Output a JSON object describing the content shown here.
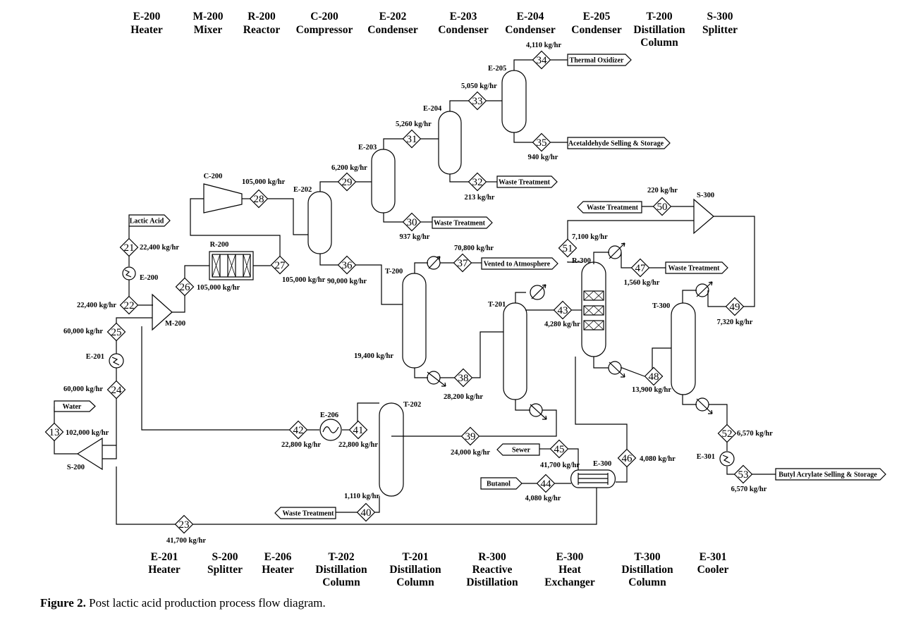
{
  "top_legend": [
    {
      "id": "E-200",
      "name": "Heater"
    },
    {
      "id": "M-200",
      "name": "Mixer"
    },
    {
      "id": "R-200",
      "name": "Reactor"
    },
    {
      "id": "C-200",
      "name": "Compressor"
    },
    {
      "id": "E-202",
      "name": "Condenser"
    },
    {
      "id": "E-203",
      "name": "Condenser"
    },
    {
      "id": "E-204",
      "name": "Condenser"
    },
    {
      "id": "E-205",
      "name": "Condenser"
    },
    {
      "id": "T-200",
      "name": "Distillation Column"
    },
    {
      "id": "S-300",
      "name": "Splitter"
    }
  ],
  "bottom_legend": [
    {
      "id": "E-201",
      "name": "Heater"
    },
    {
      "id": "S-200",
      "name": "Splitter"
    },
    {
      "id": "E-206",
      "name": "Heater"
    },
    {
      "id": "T-202",
      "name": "Distillation Column"
    },
    {
      "id": "T-201",
      "name": "Distillation Column"
    },
    {
      "id": "R-300",
      "name": "Reactive Distillation"
    },
    {
      "id": "E-300",
      "name": "Heat Exchanger"
    },
    {
      "id": "T-300",
      "name": "Distillation Column"
    },
    {
      "id": "E-301",
      "name": "Cooler"
    }
  ],
  "streams": [
    {
      "id": "13",
      "flow": "102,000 kg/hr"
    },
    {
      "id": "21",
      "flow": "22,400 kg/hr"
    },
    {
      "id": "22",
      "flow": "22,400 kg/hr"
    },
    {
      "id": "23",
      "flow": "41,700 kg/hr"
    },
    {
      "id": "24",
      "flow": "60,000 kg/hr"
    },
    {
      "id": "25",
      "flow": "60,000 kg/hr"
    },
    {
      "id": "26",
      "flow": "105,000 kg/hr"
    },
    {
      "id": "27",
      "flow": "105,000 kg/hr"
    },
    {
      "id": "28",
      "flow": "105,000 kg/hr"
    },
    {
      "id": "29",
      "flow": "6,200 kg/hr"
    },
    {
      "id": "30",
      "flow": "937 kg/hr"
    },
    {
      "id": "31",
      "flow": "5,260 kg/hr"
    },
    {
      "id": "32",
      "flow": "213 kg/hr"
    },
    {
      "id": "33",
      "flow": "5,050 kg/hr"
    },
    {
      "id": "34",
      "flow": "4,110 kg/hr"
    },
    {
      "id": "35",
      "flow": "940 kg/hr"
    },
    {
      "id": "36",
      "flow": "90,000 kg/hr"
    },
    {
      "id": "37",
      "flow": "70,800 kg/hr"
    },
    {
      "id": "38",
      "flow": "28,200 kg/hr"
    },
    {
      "id": "39",
      "flow": "24,000 kg/hr"
    },
    {
      "id": "40",
      "flow": "1,110 kg/hr"
    },
    {
      "id": "41",
      "flow": "22,800 kg/hr"
    },
    {
      "id": "42",
      "flow": "22,800 kg/hr"
    },
    {
      "id": "43",
      "flow": "4,280 kg/hr"
    },
    {
      "id": "44",
      "flow": "4,080 kg/hr"
    },
    {
      "id": "45",
      "flow": "41,700 kg/hr"
    },
    {
      "id": "46",
      "flow": "4,080 kg/hr"
    },
    {
      "id": "47",
      "flow": "1,560 kg/hr"
    },
    {
      "id": "48",
      "flow": "13,900 kg/hr"
    },
    {
      "id": "49",
      "flow": "7,320 kg/hr"
    },
    {
      "id": "50",
      "flow": "220 kg/hr"
    },
    {
      "id": "51",
      "flow": "7,100 kg/hr"
    },
    {
      "id": "52",
      "flow": "6,570 kg/hr"
    },
    {
      "id": "53",
      "flow": "6,570 kg/hr"
    }
  ],
  "unlabeled_flows": {
    "t200_bottoms": "19,400 kg/hr"
  },
  "equipment_tags": {
    "C-200": "C-200",
    "R-200": "R-200",
    "E-200": "E-200",
    "M-200": "M-200",
    "E-201": "E-201",
    "S-200": "S-200",
    "E-202": "E-202",
    "E-203": "E-203",
    "E-204": "E-204",
    "E-205": "E-205",
    "T-200": "T-200",
    "T-201": "T-201",
    "T-202": "T-202",
    "E-206": "E-206",
    "R-300": "R-300",
    "S-300": "S-300",
    "T-300": "T-300",
    "E-300": "E-300",
    "E-301": "E-301"
  },
  "destinations": {
    "lactic_acid": "Lactic Acid",
    "water": "Water",
    "thermal_oxidizer": "Thermal Oxidizer",
    "acetaldehyde": "Acetaldehyde Selling & Storage",
    "waste_32": "Waste Treatment",
    "waste_30": "Waste Treatment",
    "vented": "Vented to Atmosphere",
    "waste_50": "Waste Treatment",
    "waste_47": "Waste Treatment",
    "waste_40": "Waste Treatment",
    "sewer": "Sewer",
    "butanol": "Butanol",
    "butyl_acrylate": "Butyl Acrylate Selling & Storage"
  },
  "caption": {
    "label": "Figure 2.",
    "text": " Post lactic acid production process flow diagram."
  }
}
